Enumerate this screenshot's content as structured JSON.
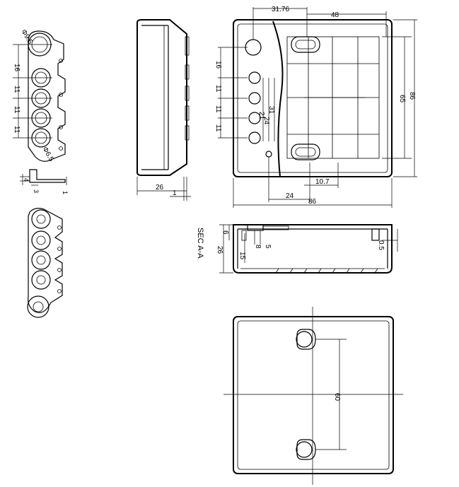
{
  "button_panel": {
    "d_large": "Φ9.5",
    "d_small": "Φ6.5",
    "pitch_first": "16",
    "pitch": "11"
  },
  "clip_detail": {
    "h4": "4",
    "w3": "3",
    "t1": "1"
  },
  "side_view": {
    "depth": "26",
    "lip": "1"
  },
  "front_view": {
    "width_top_a": "31.76",
    "width_top_b": "48",
    "pitch_first": "16",
    "pitch": "11",
    "offset_a": "21",
    "offset_b": "24",
    "offset_c": "31",
    "height_inner": "65",
    "height_outer": "86",
    "bottom_a": "24",
    "bottom_b": "10.7",
    "width_total": "86"
  },
  "section": {
    "title": "SEC A-A",
    "d6": "6",
    "d26": "26",
    "d8": "8",
    "d5": "5",
    "d15": "15",
    "d05": "0.5"
  },
  "back_view": {
    "spacing": "60"
  }
}
